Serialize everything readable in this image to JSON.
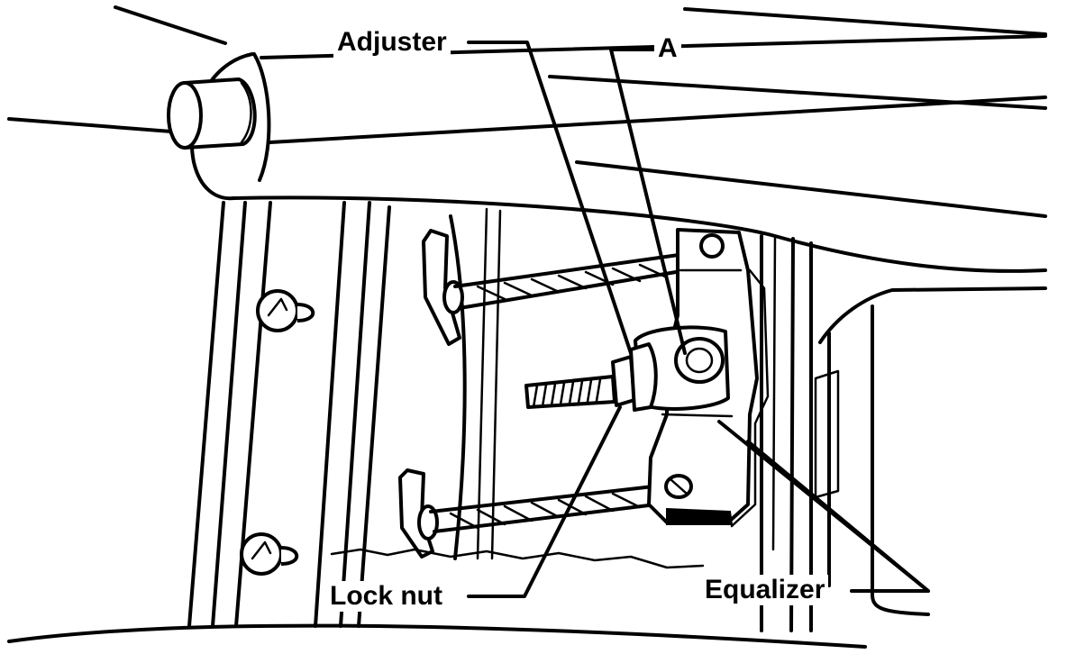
{
  "callouts": {
    "adjuster": "Adjuster",
    "a": "A",
    "lock_nut": "Lock nut",
    "equalizer": "Equalizer"
  },
  "colors": {
    "ink": "#000000",
    "paper": "#ffffff"
  }
}
